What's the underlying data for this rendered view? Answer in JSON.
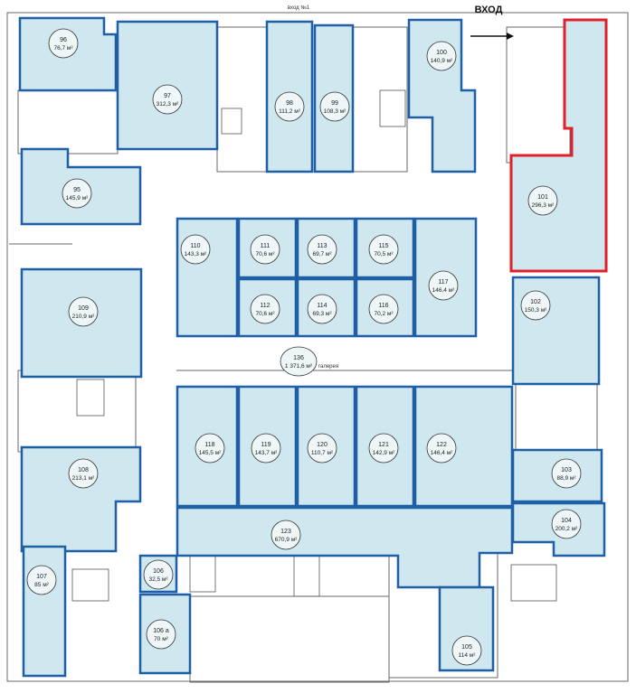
{
  "plan": {
    "entrance_label": "ВХОД",
    "top_label": "вход №1",
    "gallery_label": "галерея",
    "colors": {
      "unit_fill": "#cfe7ee",
      "unit_stroke": "#1f5fa5",
      "highlight_stroke": "#e0202c"
    },
    "highlighted_unit": "101",
    "units": [
      {
        "id": "96",
        "area": "76,7 м²"
      },
      {
        "id": "97",
        "area": "312,3 м²"
      },
      {
        "id": "98",
        "area": "111,2 м²"
      },
      {
        "id": "99",
        "area": "108,3 м²"
      },
      {
        "id": "100",
        "area": "140,9 м²"
      },
      {
        "id": "101",
        "area": "296,3 м²"
      },
      {
        "id": "95",
        "area": "145,9 м²"
      },
      {
        "id": "110",
        "area": "143,3 м²"
      },
      {
        "id": "111",
        "area": "70,6 м²"
      },
      {
        "id": "113",
        "area": "69,7 м²"
      },
      {
        "id": "115",
        "area": "70,5 м²"
      },
      {
        "id": "117",
        "area": "146,4 м²"
      },
      {
        "id": "112",
        "area": "70,6 м²"
      },
      {
        "id": "114",
        "area": "69,3 м²"
      },
      {
        "id": "116",
        "area": "70,2 м²"
      },
      {
        "id": "102",
        "area": "150,3 м²"
      },
      {
        "id": "109",
        "area": "210,9 м²"
      },
      {
        "id": "136",
        "area": "1 371,6 м²"
      },
      {
        "id": "118",
        "area": "145,5 м²"
      },
      {
        "id": "119",
        "area": "143,7 м²"
      },
      {
        "id": "120",
        "area": "110,7 м²"
      },
      {
        "id": "121",
        "area": "142,9 м²"
      },
      {
        "id": "122",
        "area": "146,4 м²"
      },
      {
        "id": "103",
        "area": "88,9 м²"
      },
      {
        "id": "108",
        "area": "213,1 м²"
      },
      {
        "id": "104",
        "area": "200,2 м²"
      },
      {
        "id": "123",
        "area": "670,9 м²"
      },
      {
        "id": "107",
        "area": "85 м²"
      },
      {
        "id": "106",
        "area": "32,5 м²"
      },
      {
        "id": "106 а",
        "area": "70 м²"
      },
      {
        "id": "105",
        "area": "114 м²"
      }
    ]
  }
}
